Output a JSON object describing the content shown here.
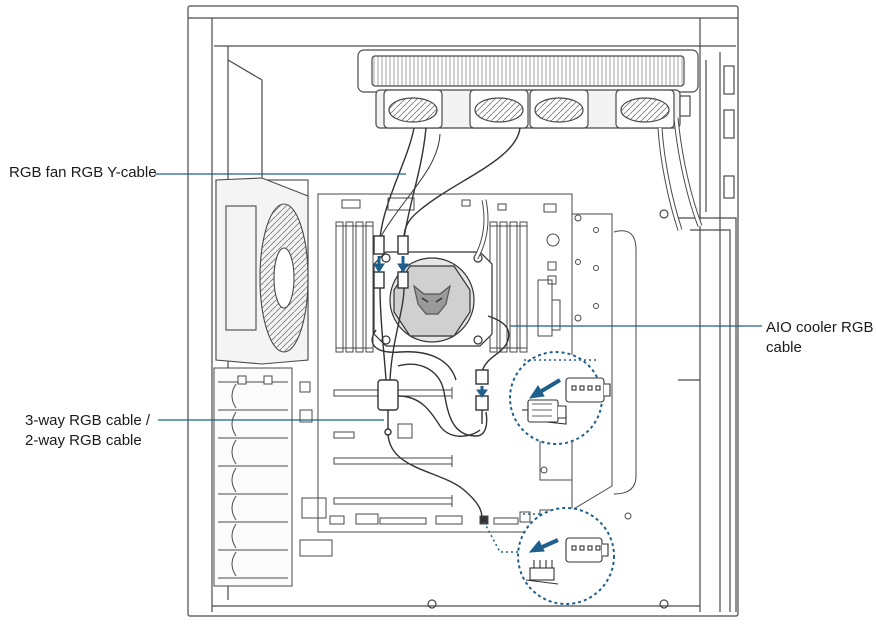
{
  "diagram": {
    "callouts": {
      "rgb_fan_y_cable": "RGB fan RGB Y-cable",
      "aio_cooler_rgb_cable": "AIO cooler RGB\ncable",
      "three_way_rgb_cable": "3-way RGB cable /\n2-way RGB cable"
    },
    "colors": {
      "line_art": "#4a4a4a",
      "leader_line": "#1f5f8b",
      "arrow": "#1f5f8b",
      "detail_circle": "#1f5f8b"
    },
    "icons": [
      "aio-pump-logo-icon",
      "connector-arrow-icon"
    ]
  }
}
